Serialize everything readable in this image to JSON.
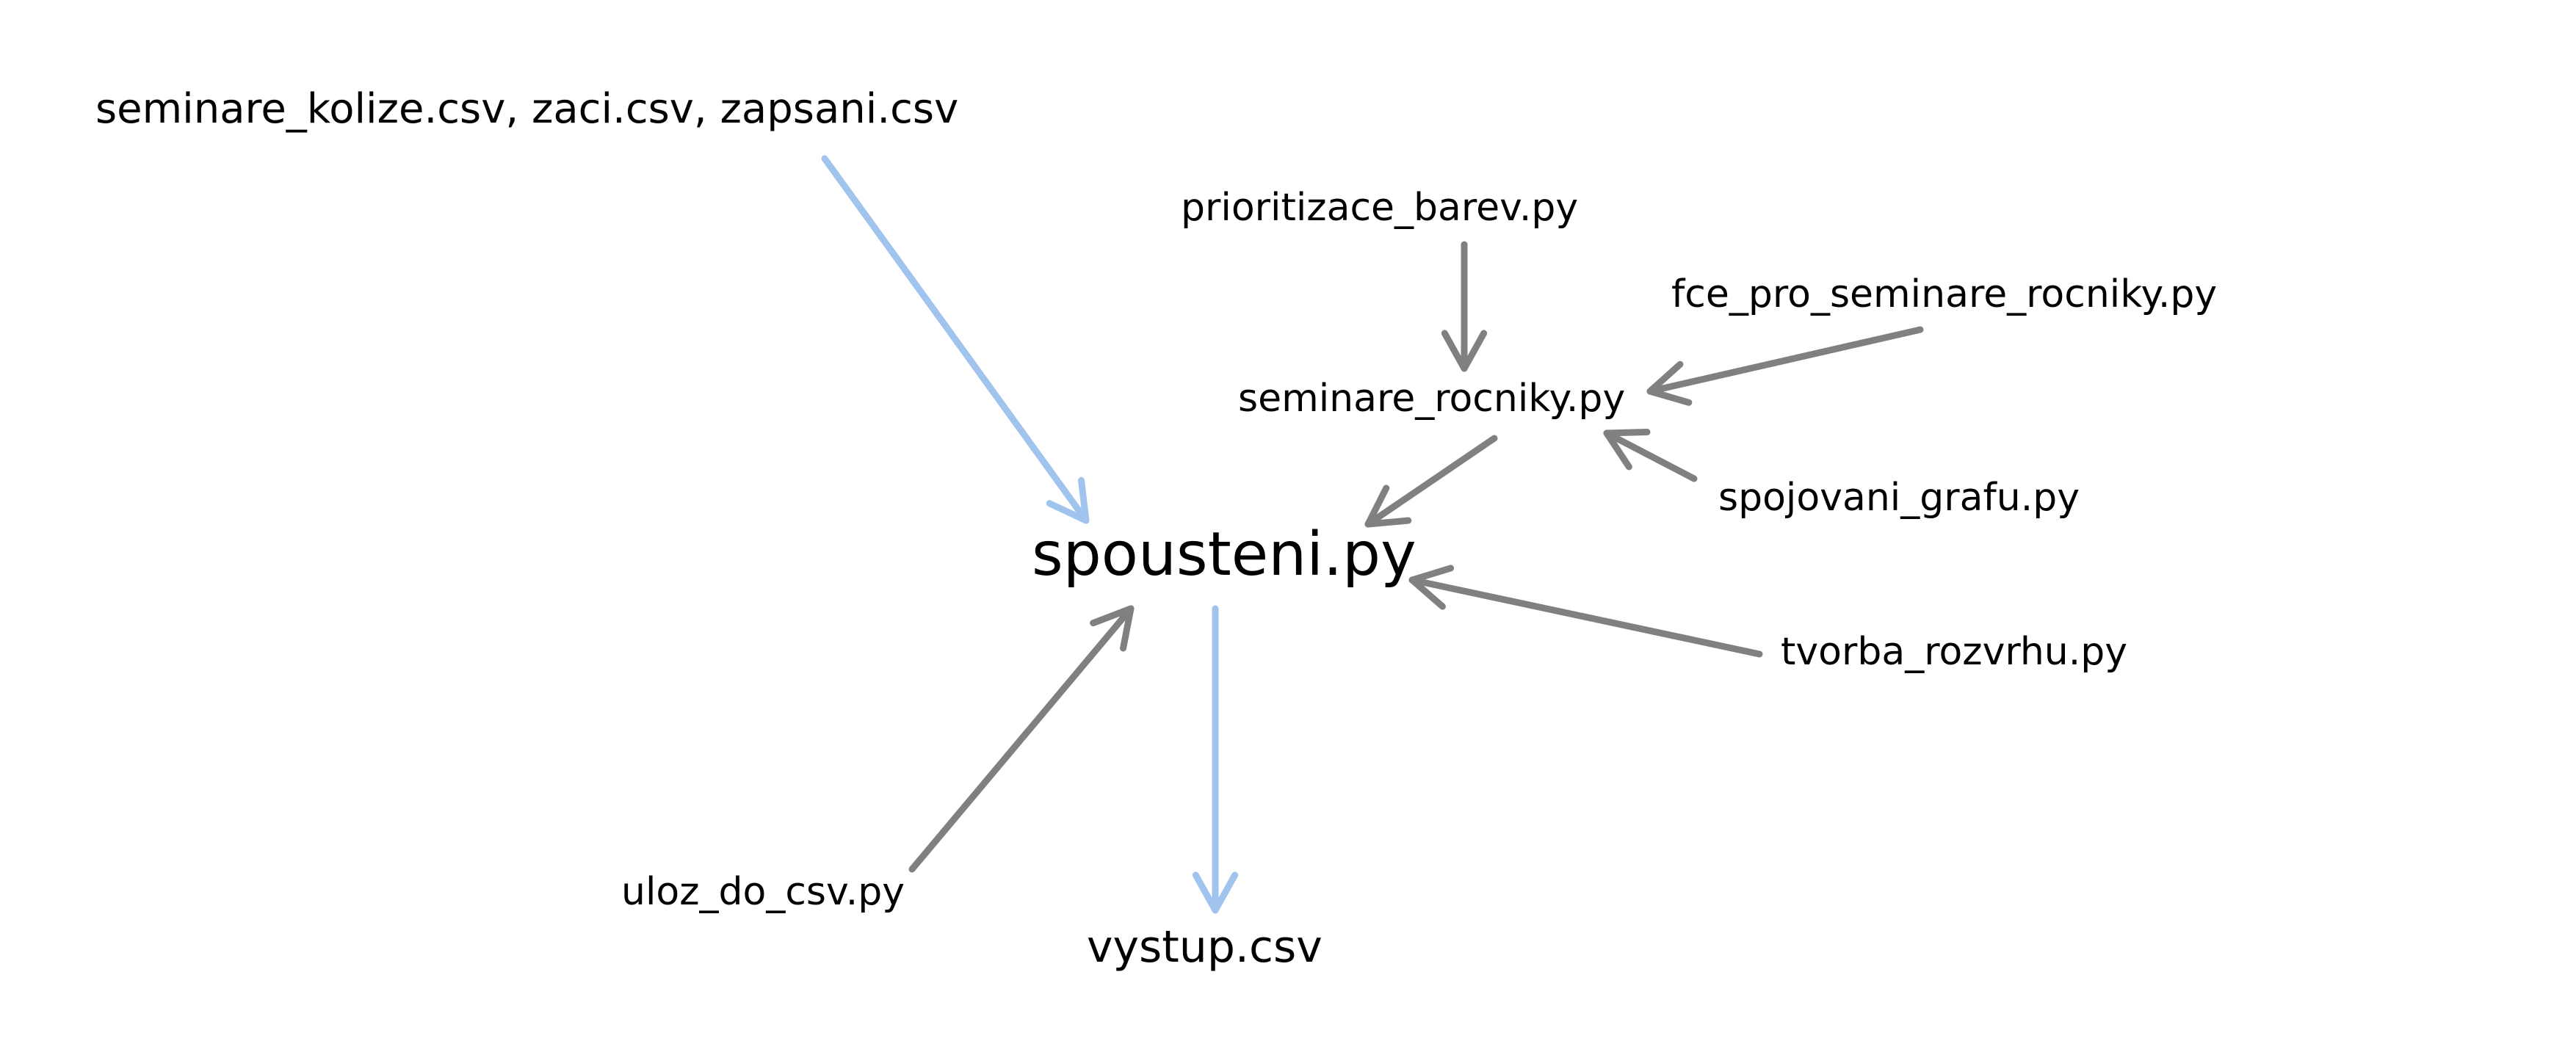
{
  "diagram": {
    "colors": {
      "text": "#000000",
      "input_edge": "#a0c4ee",
      "module_edge": "#808080",
      "background": "#ffffff"
    },
    "nodes": {
      "inputs": "seminare_kolize.csv, zaci.csv, zapsani.csv",
      "prioritizace": "prioritizace_barev.py",
      "fce": "fce_pro_seminare_rocniky.py",
      "seminare_rocniky": "seminare_rocniky.py",
      "spojovani": "spojovani_grafu.py",
      "spousteni": "spousteni.py",
      "tvorba": "tvorba_rozvrhu.py",
      "uloz": "uloz_do_csv.py",
      "vystup": "vystup.csv"
    },
    "edges": [
      {
        "from": "inputs",
        "to": "spousteni",
        "kind": "input_edge"
      },
      {
        "from": "prioritizace",
        "to": "seminare_rocniky",
        "kind": "module_edge"
      },
      {
        "from": "fce",
        "to": "seminare_rocniky",
        "kind": "module_edge"
      },
      {
        "from": "spojovani",
        "to": "seminare_rocniky",
        "kind": "module_edge"
      },
      {
        "from": "seminare_rocniky",
        "to": "spousteni",
        "kind": "module_edge"
      },
      {
        "from": "tvorba",
        "to": "spousteni",
        "kind": "module_edge"
      },
      {
        "from": "uloz",
        "to": "spousteni",
        "kind": "module_edge"
      },
      {
        "from": "spousteni",
        "to": "vystup",
        "kind": "input_edge"
      }
    ]
  }
}
